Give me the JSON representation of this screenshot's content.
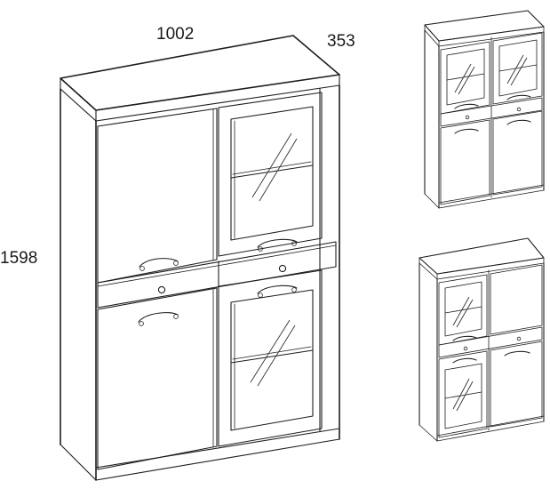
{
  "dimensions": {
    "width": "1002",
    "depth": "353",
    "height": "1598"
  }
}
